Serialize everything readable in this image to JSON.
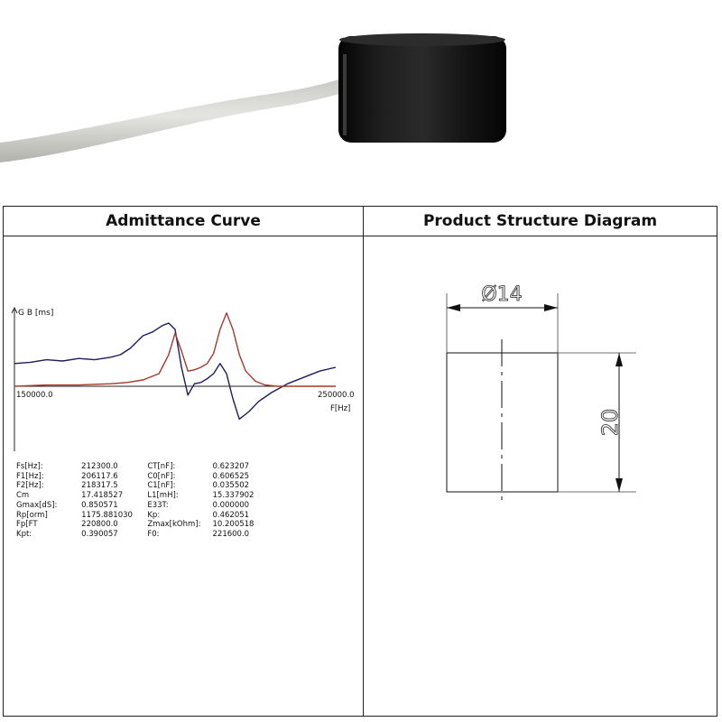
{
  "photo": {
    "description_icon": "cylindrical-transducer-icon"
  },
  "panels": {
    "left_title": "Admittance Curve",
    "right_title": "Product Structure Diagram"
  },
  "chart_data": {
    "type": "line",
    "ylabel": "G B [ms]",
    "xlabel": "F[Hz]",
    "x_start_label": "150000.0",
    "x_end_label": "250000.0",
    "xlim": [
      150000,
      250000
    ],
    "grid": false,
    "series": [
      {
        "name": "",
        "color": "#1c1c5e",
        "x": [
          150000,
          155000,
          160000,
          165000,
          170000,
          175000,
          180000,
          183000,
          186000,
          188000,
          190000,
          193000,
          196000,
          198000,
          200000,
          202000,
          204000,
          206000,
          208000,
          210000,
          212000,
          214000,
          216000,
          218000,
          220000,
          223000,
          226000,
          230000,
          235000,
          240000,
          245000,
          250000
        ],
        "y": [
          0.18,
          0.19,
          0.21,
          0.2,
          0.22,
          0.21,
          0.23,
          0.25,
          0.3,
          0.35,
          0.4,
          0.43,
          0.48,
          0.5,
          0.45,
          0.15,
          -0.07,
          0.02,
          0.03,
          0.06,
          0.1,
          0.18,
          0.1,
          -0.1,
          -0.26,
          -0.2,
          -0.12,
          -0.05,
          0.02,
          0.07,
          0.12,
          0.15
        ]
      },
      {
        "name": "",
        "color": "#a33a2a",
        "x": [
          150000,
          160000,
          170000,
          180000,
          185000,
          190000,
          195000,
          198000,
          200000,
          202000,
          204000,
          206000,
          208000,
          210000,
          212000,
          214000,
          216000,
          218000,
          220000,
          222000,
          225000,
          228000,
          232000,
          236000,
          240000,
          250000
        ],
        "y": [
          0.0,
          0.01,
          0.01,
          0.02,
          0.03,
          0.05,
          0.1,
          0.25,
          0.42,
          0.28,
          0.12,
          0.13,
          0.15,
          0.18,
          0.26,
          0.45,
          0.58,
          0.45,
          0.25,
          0.12,
          0.04,
          0.01,
          0.0,
          0.0,
          0.0,
          0.0
        ]
      }
    ]
  },
  "params": [
    [
      "Fs[Hz]:",
      "212300.0",
      "CT[nF]:",
      "0.623207"
    ],
    [
      "F1[Hz]:",
      "206117.6",
      "C0[nF]:",
      "0.606525"
    ],
    [
      "F2[Hz]:",
      "218317.5",
      "C1[nF]:",
      "0.035502"
    ],
    [
      "Cm",
      "17.418527",
      "L1[mH]:",
      "15.337902"
    ],
    [
      "Gmax[dS]:",
      "0.850571",
      "E33T:",
      "0.000000"
    ],
    [
      "Rp[orm]",
      "1175.881030",
      "Kp:",
      "0.462051"
    ],
    [
      "Fp[FT",
      "220800.0",
      "Zmax[kOhm]:",
      "10.200518"
    ],
    [
      "Kpt:",
      "0.390057",
      "F0:",
      "221600.0"
    ]
  ],
  "diagram": {
    "diameter_label": "Ø14",
    "height_label": "20"
  }
}
